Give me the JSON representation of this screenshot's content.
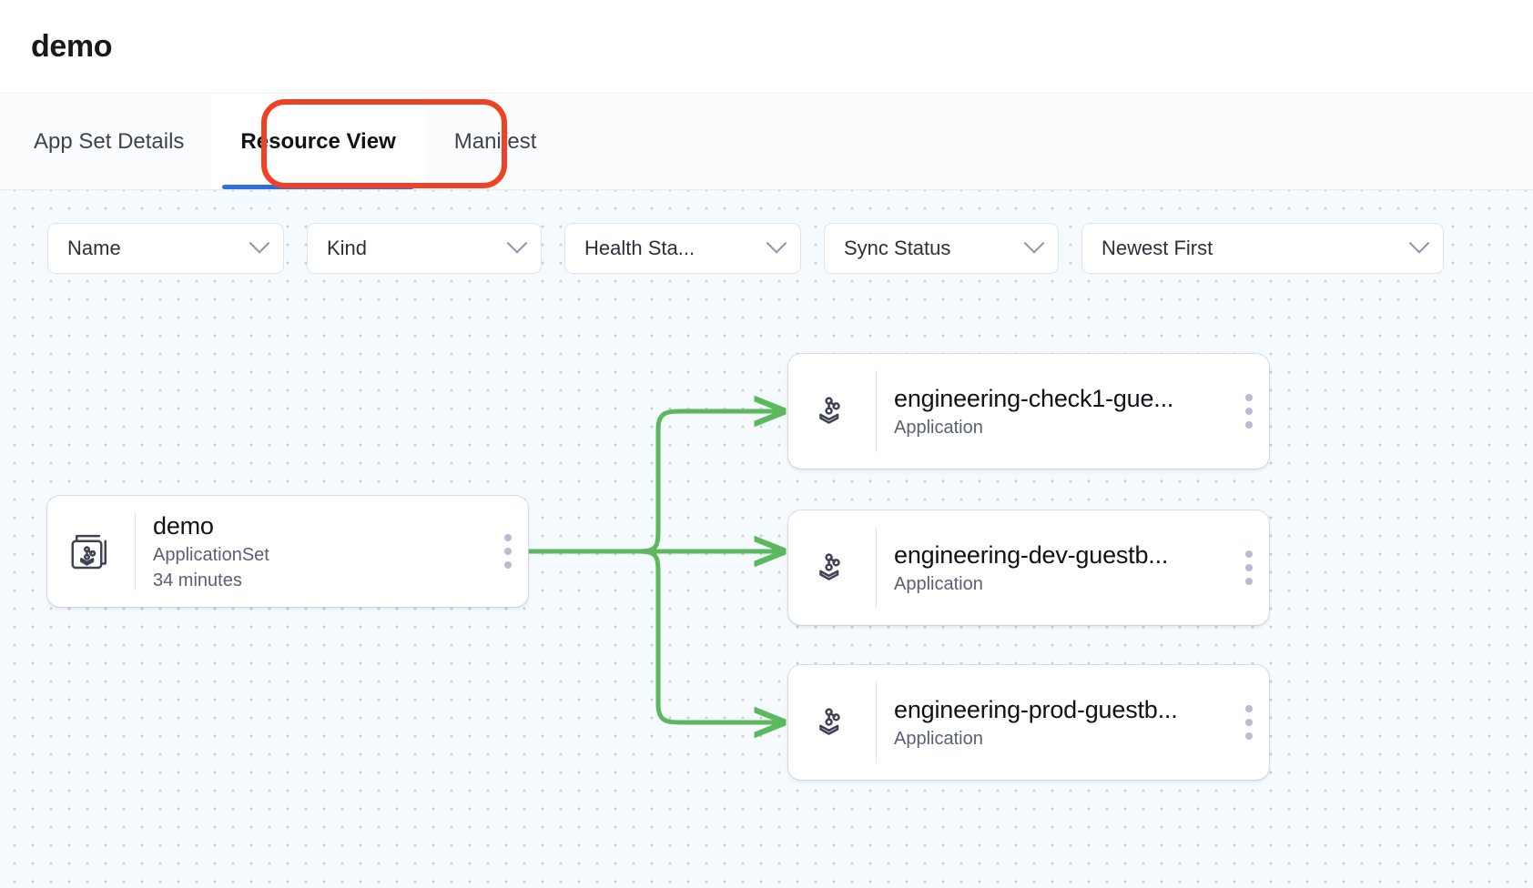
{
  "header": {
    "title": "demo"
  },
  "tabs": [
    {
      "label": "App Set Details",
      "active": false,
      "name": "tab-app-set-details"
    },
    {
      "label": "Resource View",
      "active": true,
      "name": "tab-resource-view"
    },
    {
      "label": "Manifest",
      "active": false,
      "name": "tab-manifest"
    }
  ],
  "highlight": {
    "target": "Resource View",
    "color": "#ef4123"
  },
  "filters": [
    {
      "label": "Name",
      "name": "filter-name",
      "has_chevron": true
    },
    {
      "label": "Kind",
      "name": "filter-kind",
      "has_chevron": true
    },
    {
      "label": "Health Sta...",
      "name": "filter-health-status",
      "has_chevron": true
    },
    {
      "label": "Sync Status",
      "name": "filter-sync-status",
      "has_chevron": true
    },
    {
      "label": "Newest First",
      "name": "filter-sort-order",
      "has_chevron": true
    }
  ],
  "graph": {
    "root": {
      "name": "demo",
      "kind": "ApplicationSet",
      "age": "34 minutes",
      "icon": "application-set-icon"
    },
    "children": [
      {
        "name": "engineering-check1-gue...",
        "kind": "Application",
        "icon": "application-icon"
      },
      {
        "name": "engineering-dev-guestb...",
        "kind": "Application",
        "icon": "application-icon"
      },
      {
        "name": "engineering-prod-guestb...",
        "kind": "Application",
        "icon": "application-icon"
      }
    ],
    "edge_color": "#5cb85c"
  },
  "colors": {
    "accent": "#2f6fdd",
    "highlight": "#ef4123",
    "edge": "#5cb85c",
    "canvas_bg": "#f4fafd",
    "card_bg": "#ffffff"
  }
}
